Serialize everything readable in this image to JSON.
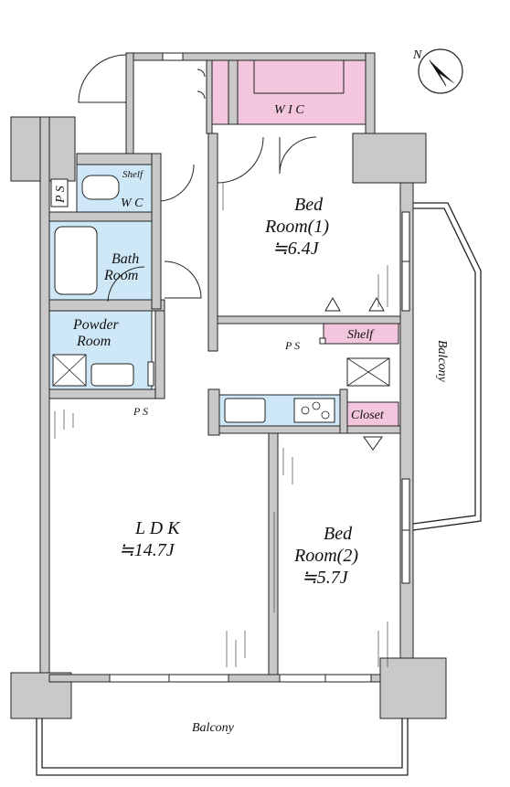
{
  "rooms": {
    "wic": "W I C",
    "shelf_wc": "Shelf",
    "wc": "W C",
    "ps_left": "P S",
    "bath_line1": "Bath",
    "bath_line2": "Room",
    "powder_line1": "Powder",
    "powder_line2": "Room",
    "ps_powder": "P S",
    "bed1_line1": "Bed",
    "bed1_line2": "Room(1)",
    "bed1_size": "≒6.4J",
    "ps_hall": "P S",
    "shelf_bed1": "Shelf",
    "closet": "Closet",
    "ldk_line1": "L D K",
    "ldk_size": "≒14.7J",
    "bed2_line1": "Bed",
    "bed2_line2": "Room(2)",
    "bed2_size": "≒5.7J",
    "balcony_right": "Balcony",
    "balcony_bottom": "Balcony"
  },
  "compass": {
    "label": "N"
  },
  "colors": {
    "wall": "#c9c9c9",
    "wet_area": "#cfe8f7",
    "storage": "#f3c6dd"
  }
}
